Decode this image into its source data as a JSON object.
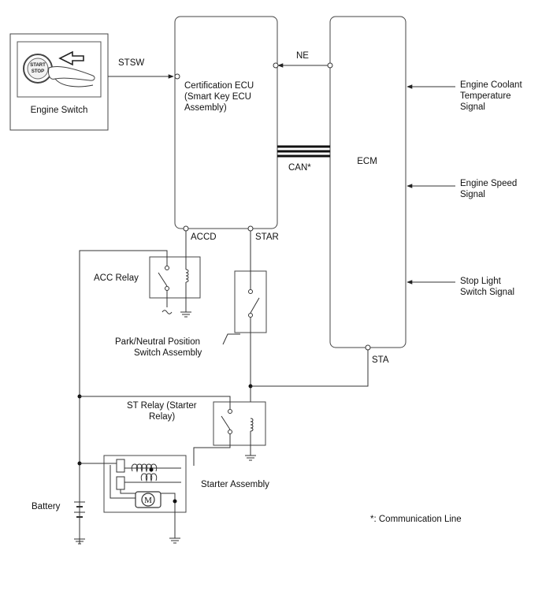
{
  "components": {
    "engine_switch": "Engine Switch",
    "switch_start": "START",
    "switch_stop": "STOP",
    "cert_ecu": [
      "Certification ECU",
      "(Smart Key ECU",
      "Assembly)"
    ],
    "ecm": "ECM",
    "acc_relay": "ACC Relay",
    "park_neutral": [
      "Park/Neutral Position",
      "Switch Assembly"
    ],
    "st_relay": [
      "ST Relay (Starter",
      "Relay)"
    ],
    "starter": "Starter Assembly",
    "motor": "M",
    "battery": "Battery"
  },
  "signals": {
    "stsw": "STSW",
    "ne": "NE",
    "can": "CAN*",
    "accd": "ACCD",
    "star": "STAR",
    "sta": "STA"
  },
  "inputs": {
    "coolant": [
      "Engine Coolant",
      "Temperature",
      "Signal"
    ],
    "speed": [
      "Engine Speed",
      "Signal"
    ],
    "stop_light": [
      "Stop Light",
      "Switch Signal"
    ]
  },
  "footnote": "*: Communication Line"
}
